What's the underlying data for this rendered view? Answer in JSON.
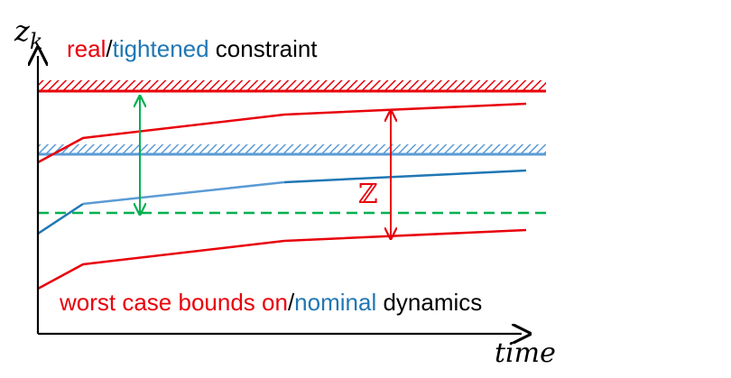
{
  "axes": {
    "y_symbol": "z",
    "y_subscript": "k",
    "x_label": "time"
  },
  "legend_top": {
    "real": "real",
    "slash": "/",
    "tightened": "tightened",
    "rest": " constraint"
  },
  "legend_bottom": {
    "worst": "worst case bounds on",
    "slash": "/",
    "nominal": "nominal",
    "rest": " dynamics"
  },
  "set_symbol": "ℤ",
  "colors": {
    "real": "#e8000b",
    "tightened": "#1f77b4",
    "tightened_light": "#5b9bd5",
    "margin": "#00b050",
    "axis": "#000000",
    "text": "#000000"
  }
}
